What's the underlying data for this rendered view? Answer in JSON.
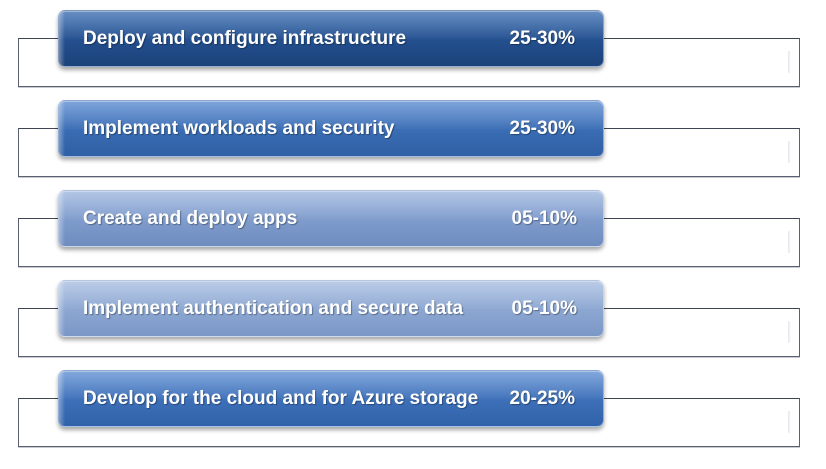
{
  "items": [
    {
      "label": "Deploy and configure infrastructure",
      "weight": "25-30%"
    },
    {
      "label": "Implement workloads and security",
      "weight": "25-30%"
    },
    {
      "label": "Create and deploy apps",
      "weight": "05-10%"
    },
    {
      "label": "Implement authentication and secure data",
      "weight": "05-10%"
    },
    {
      "label": "Develop for the cloud and for Azure storage",
      "weight": "20-25%"
    }
  ],
  "colors": {
    "item_1": "#234f8e",
    "item_2": "#3a6cb3",
    "item_3": "#7e9bcc",
    "item_4": "#8ba6d1",
    "item_5": "#3d6fb8",
    "frame_border": "#5a6070"
  }
}
